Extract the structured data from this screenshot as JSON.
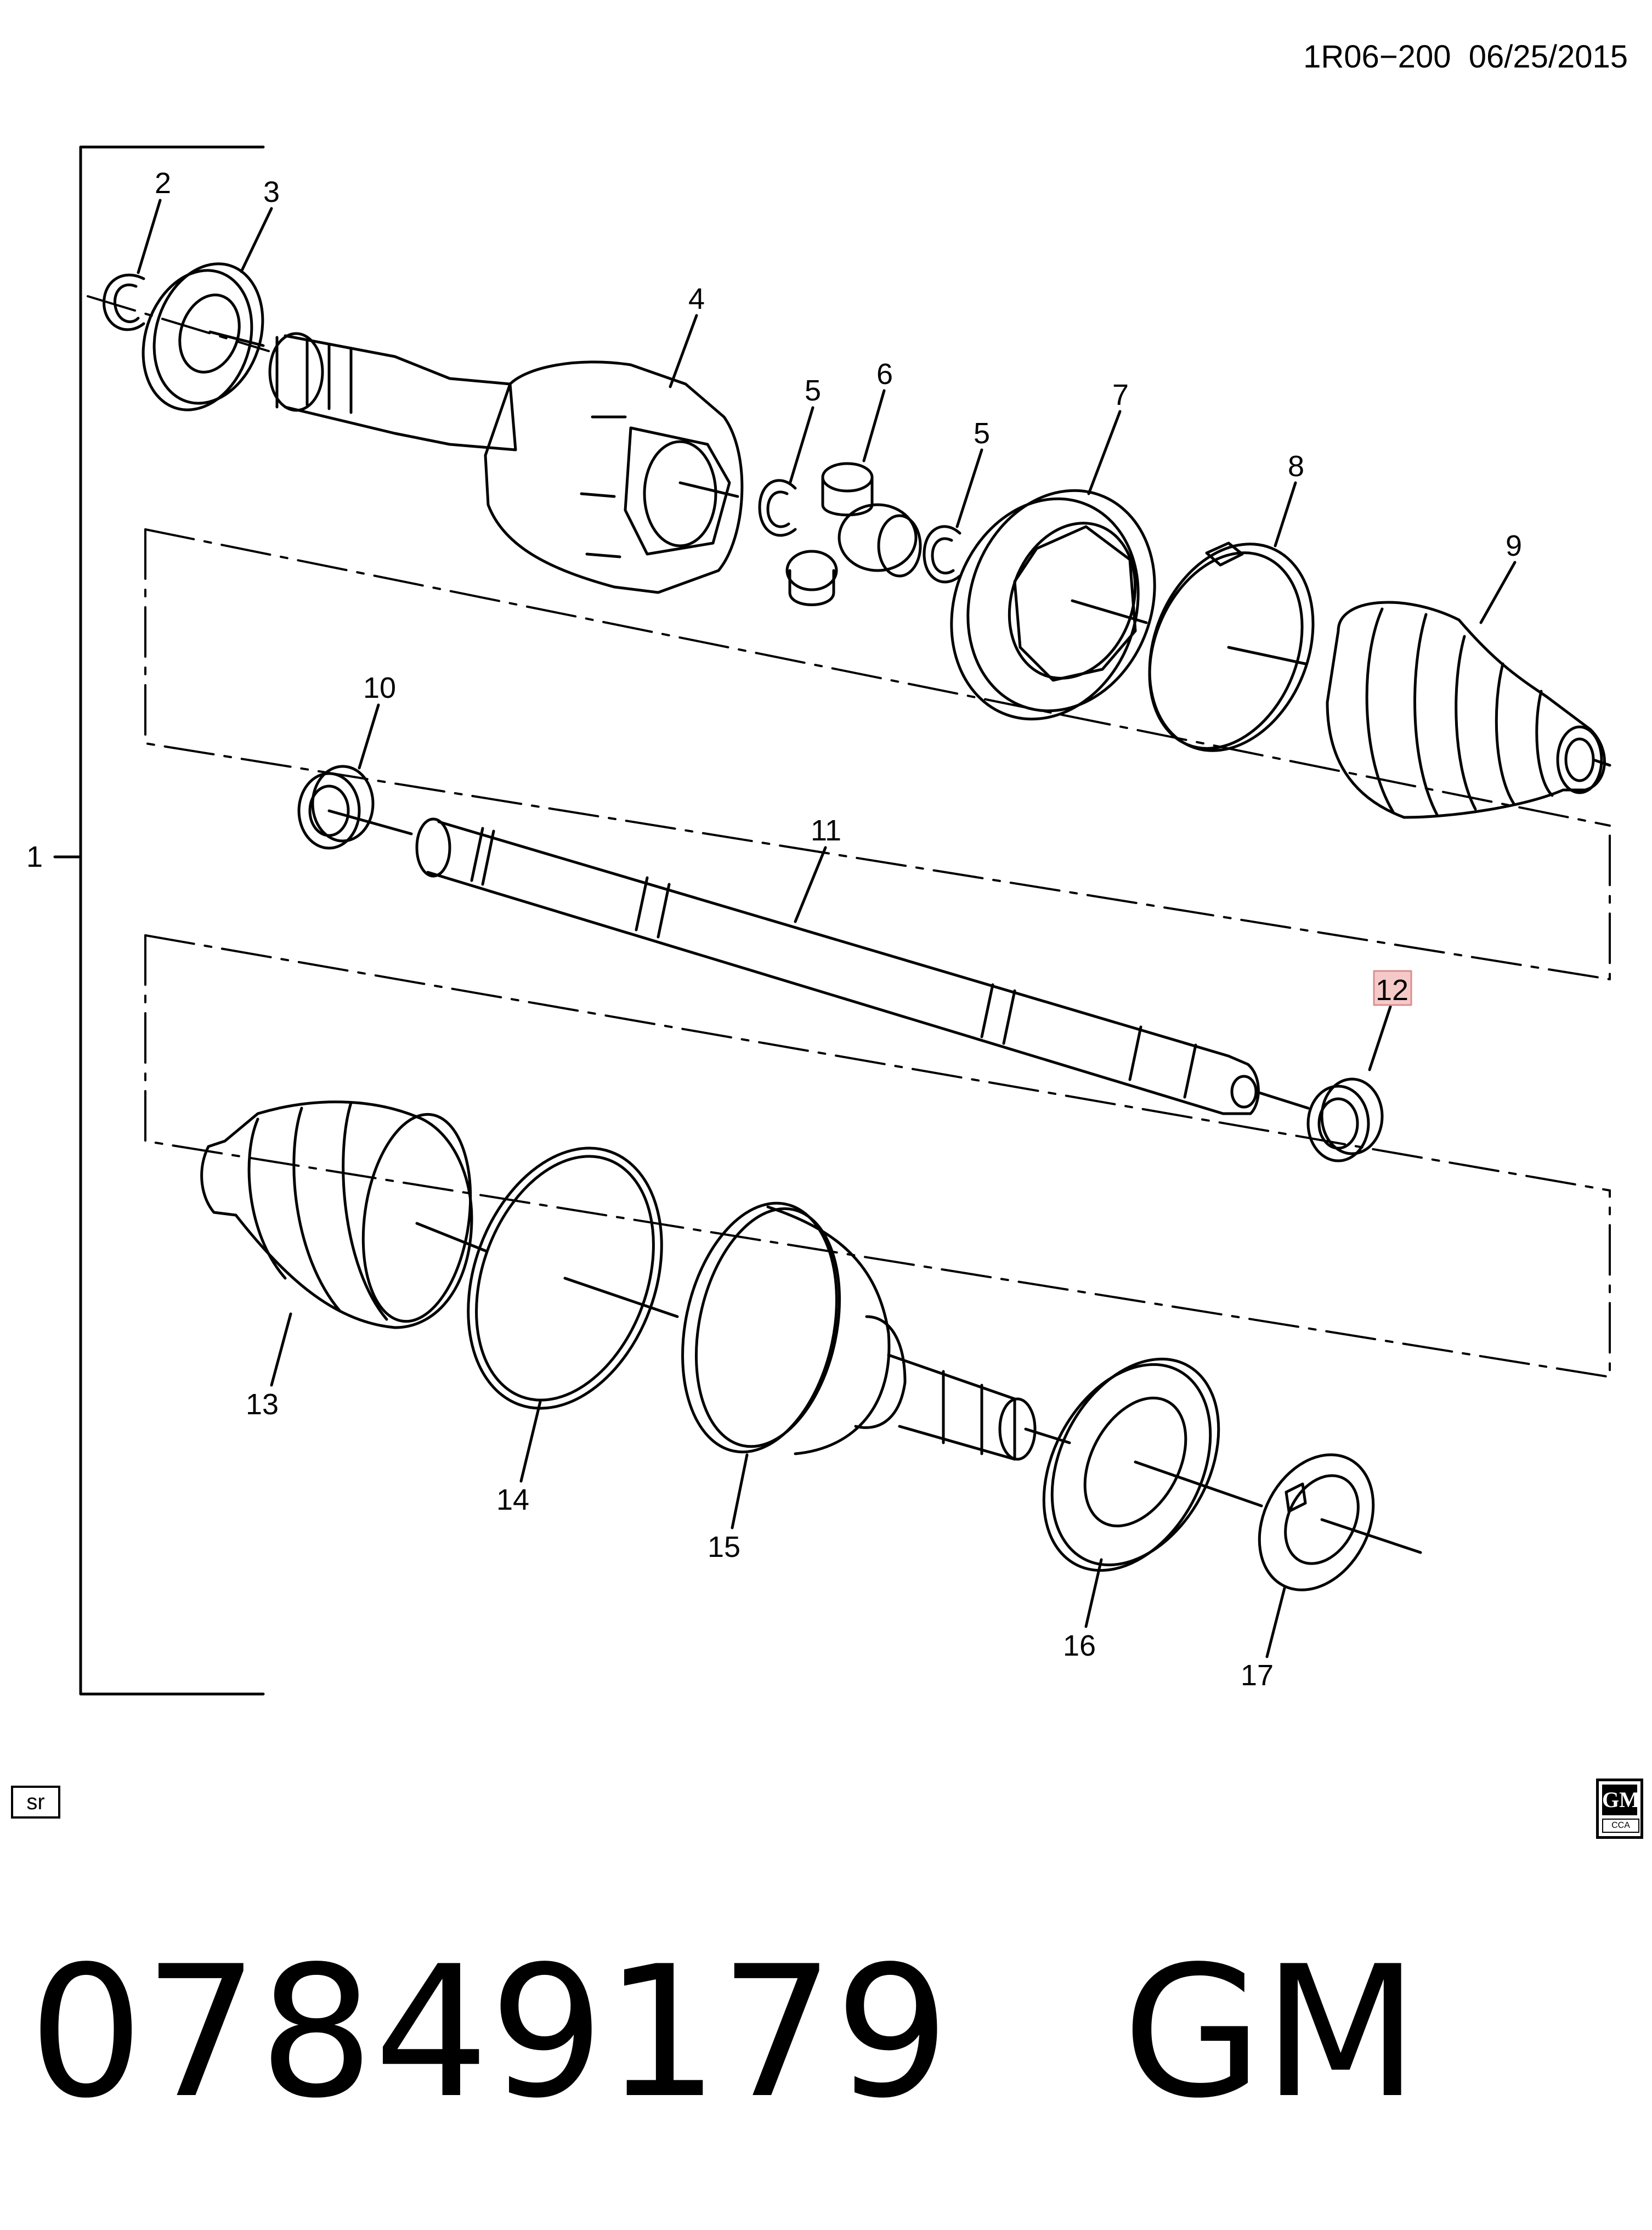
{
  "header": {
    "code": "1R06−200",
    "date": "06/25/2015"
  },
  "callouts": [
    {
      "id": "1",
      "label": "1"
    },
    {
      "id": "2",
      "label": "2"
    },
    {
      "id": "3",
      "label": "3"
    },
    {
      "id": "4",
      "label": "4"
    },
    {
      "id": "5a",
      "label": "5"
    },
    {
      "id": "6",
      "label": "6"
    },
    {
      "id": "5b",
      "label": "5"
    },
    {
      "id": "7",
      "label": "7"
    },
    {
      "id": "8",
      "label": "8"
    },
    {
      "id": "9",
      "label": "9"
    },
    {
      "id": "10",
      "label": "10"
    },
    {
      "id": "11",
      "label": "11"
    },
    {
      "id": "12",
      "label": "12"
    },
    {
      "id": "13",
      "label": "13"
    },
    {
      "id": "14",
      "label": "14"
    },
    {
      "id": "15",
      "label": "15"
    },
    {
      "id": "16",
      "label": "16"
    },
    {
      "id": "17",
      "label": "17"
    }
  ],
  "badges": {
    "sr": "sr",
    "logo_top": "GM",
    "logo_bottom": "CCA"
  },
  "footer": {
    "part_number": "07849179",
    "brand": "GM"
  }
}
